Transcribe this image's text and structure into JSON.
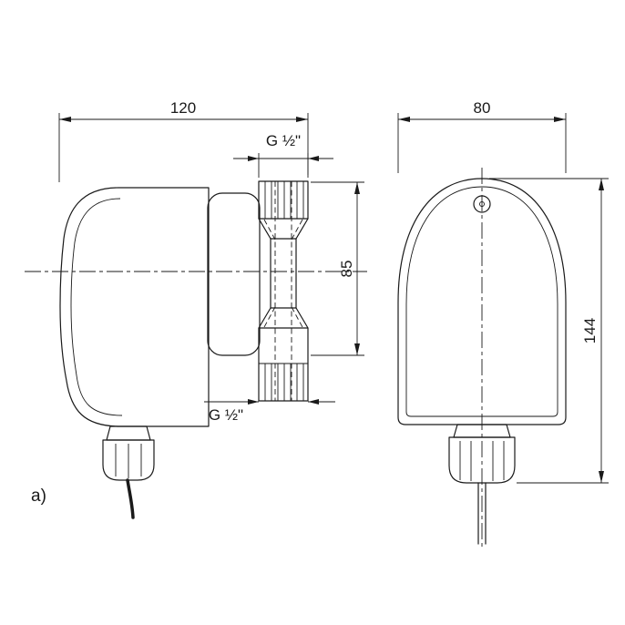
{
  "drawing": {
    "figure_label": "a)",
    "left_view": {
      "width_dim": "120",
      "top_port_label": "G ½\"",
      "bottom_port_label": "G ½\"",
      "port_height_dim": "85"
    },
    "right_view": {
      "width_dim": "80",
      "height_dim": "144"
    },
    "colors": {
      "line": "#1a1a1a",
      "background": "#ffffff"
    }
  }
}
